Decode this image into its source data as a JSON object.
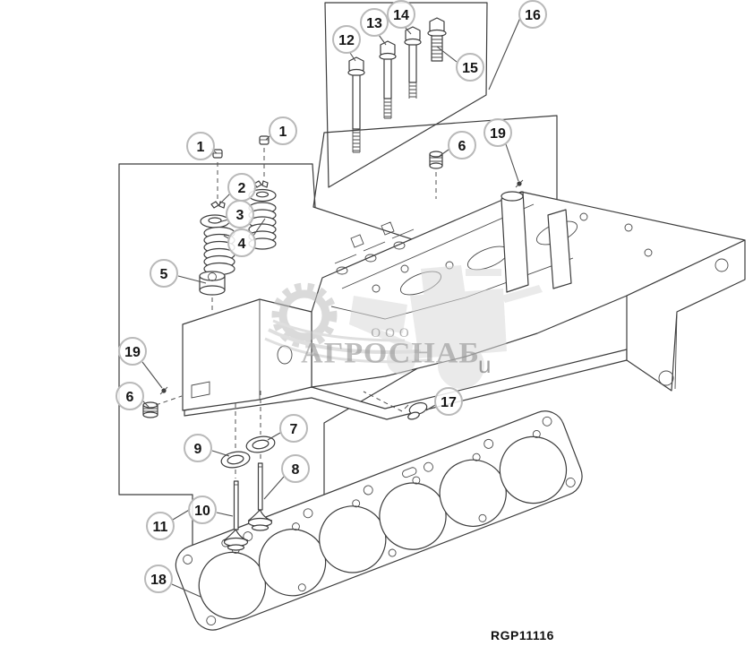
{
  "figure": {
    "code": "RGP11116"
  },
  "watermark": {
    "org_prefix": "ООО",
    "brand": "АГРОСНАБ",
    "suffix": "u"
  },
  "callouts": {
    "c1a": {
      "label": "1"
    },
    "c1b": {
      "label": "1"
    },
    "c2": {
      "label": "2"
    },
    "c3": {
      "label": "3"
    },
    "c4": {
      "label": "4"
    },
    "c5": {
      "label": "5"
    },
    "c6a": {
      "label": "6"
    },
    "c6b": {
      "label": "6"
    },
    "c7": {
      "label": "7"
    },
    "c8": {
      "label": "8"
    },
    "c9": {
      "label": "9"
    },
    "c10": {
      "label": "10"
    },
    "c11": {
      "label": "11"
    },
    "c12": {
      "label": "12"
    },
    "c13": {
      "label": "13"
    },
    "c14": {
      "label": "14"
    },
    "c15": {
      "label": "15"
    },
    "c16": {
      "label": "16"
    },
    "c17": {
      "label": "17"
    },
    "c18": {
      "label": "18"
    },
    "c19a": {
      "label": "19"
    },
    "c19b": {
      "label": "19"
    }
  }
}
